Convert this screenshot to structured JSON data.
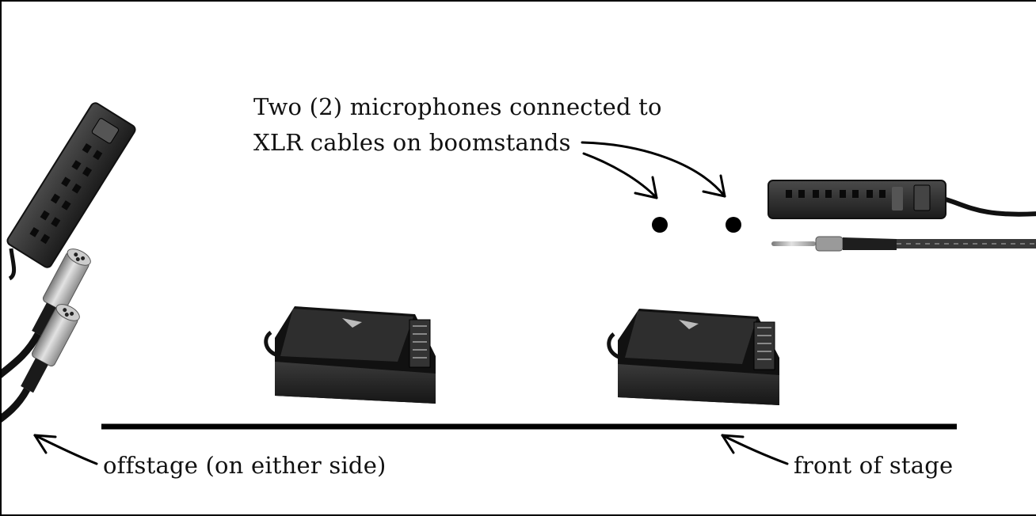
{
  "labels": {
    "microphones_line1": "Two (2) microphones connected to",
    "microphones_line2": "XLR cables on boomstands",
    "offstage": "offstage (on either side)",
    "front_of_stage": "front of stage"
  },
  "colors": {
    "ink": "#000000",
    "speaker_body": "#1c1c1c",
    "speaker_face": "#2e2e2e",
    "power_strip": "#262626",
    "xlr_metal": "#b8b8b8"
  },
  "icons": {
    "power_strip": "power-strip-icon",
    "xlr_connector": "xlr-connector-icon",
    "instrument_cable": "instrument-cable-icon",
    "speaker": "stage-monitor-speaker-icon",
    "microphone_position": "microphone-position-dot",
    "arrow": "hand-drawn-arrow"
  }
}
